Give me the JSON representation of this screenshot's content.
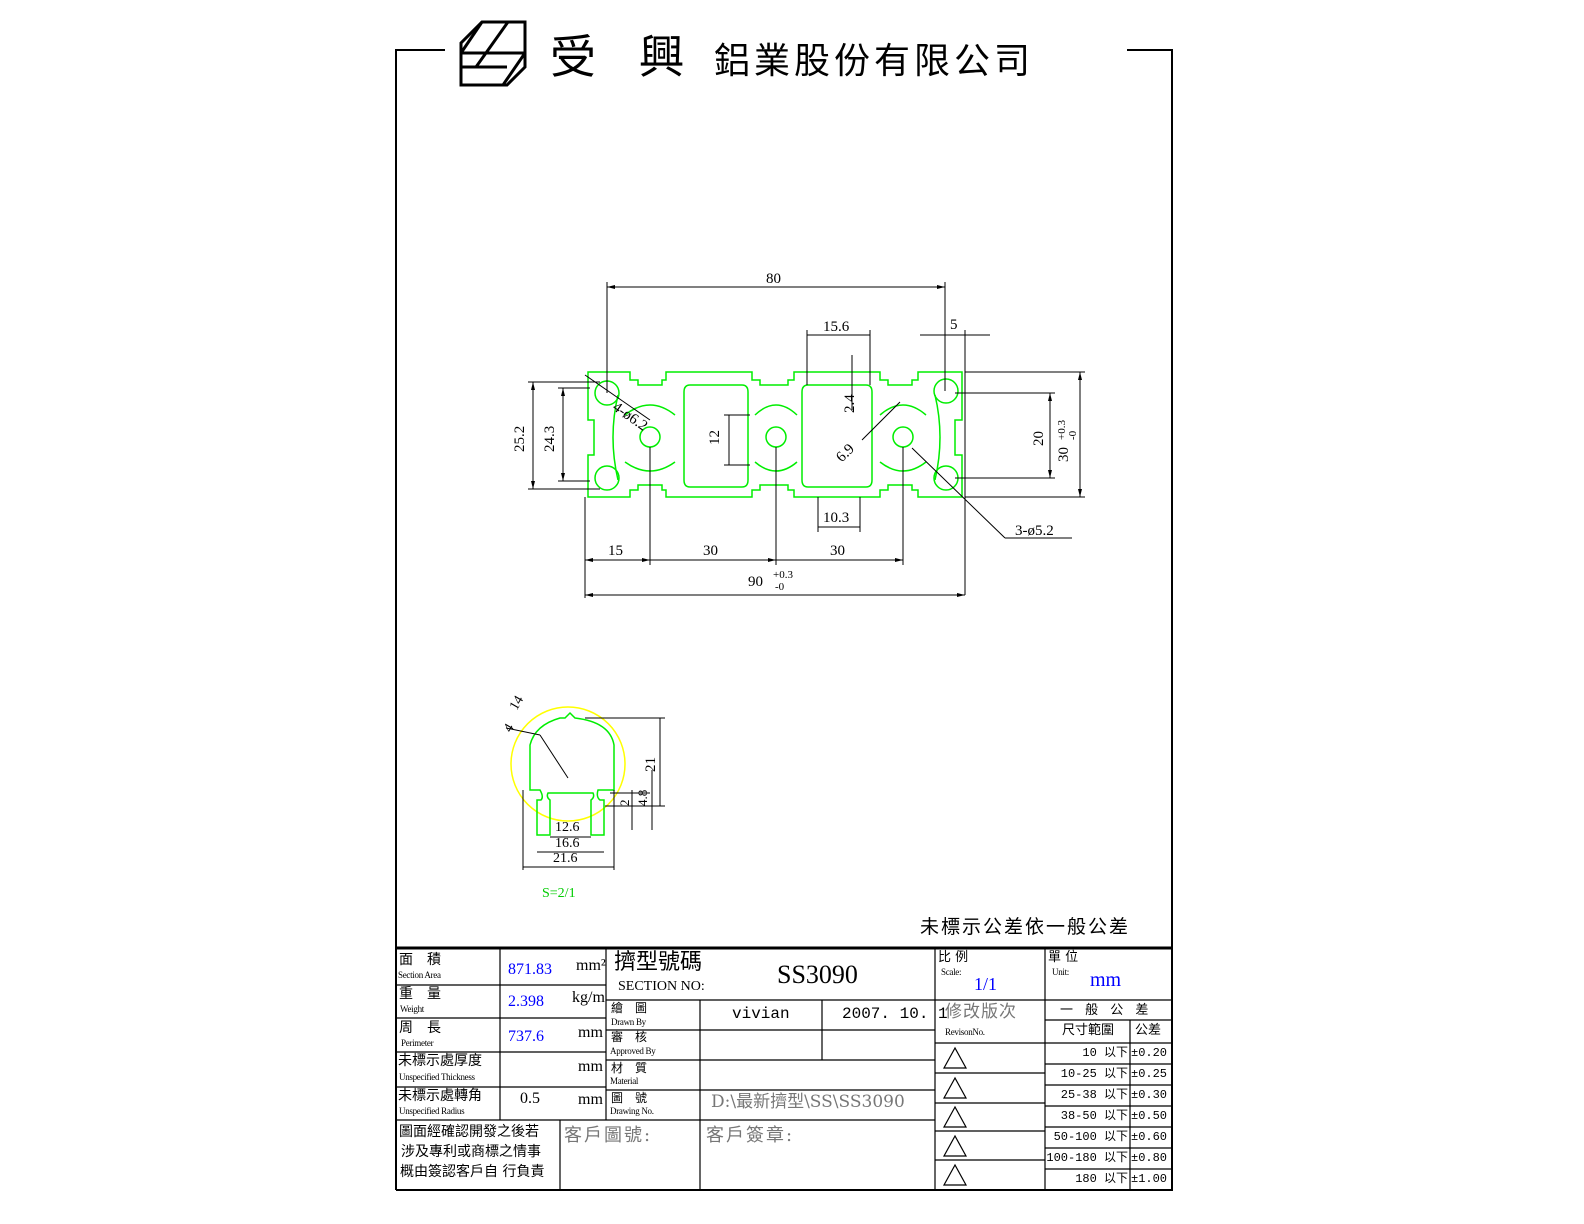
{
  "header": {
    "company_name_large": "受 興",
    "company_name_rest": "鋁業股份有限公司"
  },
  "colors": {
    "profile": "#00ee00",
    "detail_circle": "#ffff00",
    "value_blue": "#0000ff"
  },
  "drawing": {
    "dims": {
      "overall_width": "80",
      "slot_width": "15.6",
      "edge": "5",
      "holes_4": "4-ø6.2",
      "height_outer": "25.2",
      "height_inner": "24.3",
      "slot_inner": "12",
      "depth": "2.4",
      "radius": "6.9",
      "hole_spacing": "20",
      "height_30": "30",
      "height_tol_plus": "+0.3",
      "height_tol_minus": "-0",
      "bottom_slot": "10.3",
      "holes_3": "3-ø5.2",
      "pitch_15": "15",
      "pitch_30a": "30",
      "pitch_30b": "30",
      "length_90": "90",
      "length_tol_plus": "+0.3",
      "length_tol_minus": "-0"
    },
    "detail": {
      "radius": "14",
      "lip": "4",
      "height": "21",
      "d_4_8": "4.8",
      "d_2": "2",
      "w_12_6": "12.6",
      "w_16_6": "16.6",
      "w_21_6": "21.6",
      "scale": "S=2/1"
    },
    "general_note": "未標示公差依一般公差"
  },
  "title_block": {
    "section_area": {
      "label": "面　積",
      "label_en": "Section Area",
      "value": "871.83",
      "unit": "mm²"
    },
    "weight": {
      "label": "重　量",
      "label_en": "Weight",
      "value": "2.398",
      "unit": "kg/m"
    },
    "perimeter": {
      "label": "周　長",
      "label_en": "Perimeter",
      "value": "737.6",
      "unit": "mm"
    },
    "thickness": {
      "label": "未標示處厚度",
      "label_en": "Unspecified Thickness",
      "value": "",
      "unit": "mm"
    },
    "radius": {
      "label": "未標示處轉角",
      "label_en": "Unspecified Radius",
      "value": "0.5",
      "unit": "mm"
    },
    "section_no": {
      "label": "擠型號碼",
      "label_en": "SECTION NO:",
      "value": "SS3090"
    },
    "drawn_by": {
      "label": "繪　圖",
      "label_en": "Drawn By",
      "value": "vivian",
      "date": "2007. 10. 1"
    },
    "approved_by": {
      "label": "審　核",
      "label_en": "Approved By"
    },
    "material": {
      "label": "材　質",
      "label_en": "Material"
    },
    "drawing_no": {
      "label": "圖　號",
      "label_en": "Drawing No.",
      "value": "D:\\最新擠型\\SS\\SS3090"
    },
    "notice": [
      "圖面經確認開發之後若",
      "涉及專利或商標之情事",
      "概由簽認客戶自 行負責"
    ],
    "customer_drawing": "客戶圖號:",
    "customer_sign": "客戶簽章:",
    "scale": {
      "label": "比 例",
      "label_en": "Scale:",
      "value": "1/1"
    },
    "unit": {
      "label": "單 位",
      "label_en": "Unit:",
      "value": "mm"
    },
    "revision": {
      "label": "修改版次",
      "label_en": "RevisonNo."
    },
    "tolerance": {
      "title": "一 般 公 差",
      "col_range": "尺寸範圍",
      "col_tol": "公差",
      "rows": [
        {
          "range": "10 以下",
          "tol": "±0.20"
        },
        {
          "range": "10-25 以下",
          "tol": "±0.25"
        },
        {
          "range": "25-38 以下",
          "tol": "±0.30"
        },
        {
          "range": "38-50 以下",
          "tol": "±0.50"
        },
        {
          "range": "50-100 以下",
          "tol": "±0.60"
        },
        {
          "range": "100-180 以下",
          "tol": "±0.80"
        },
        {
          "range": "180 以下",
          "tol": "±1.00"
        }
      ]
    }
  }
}
